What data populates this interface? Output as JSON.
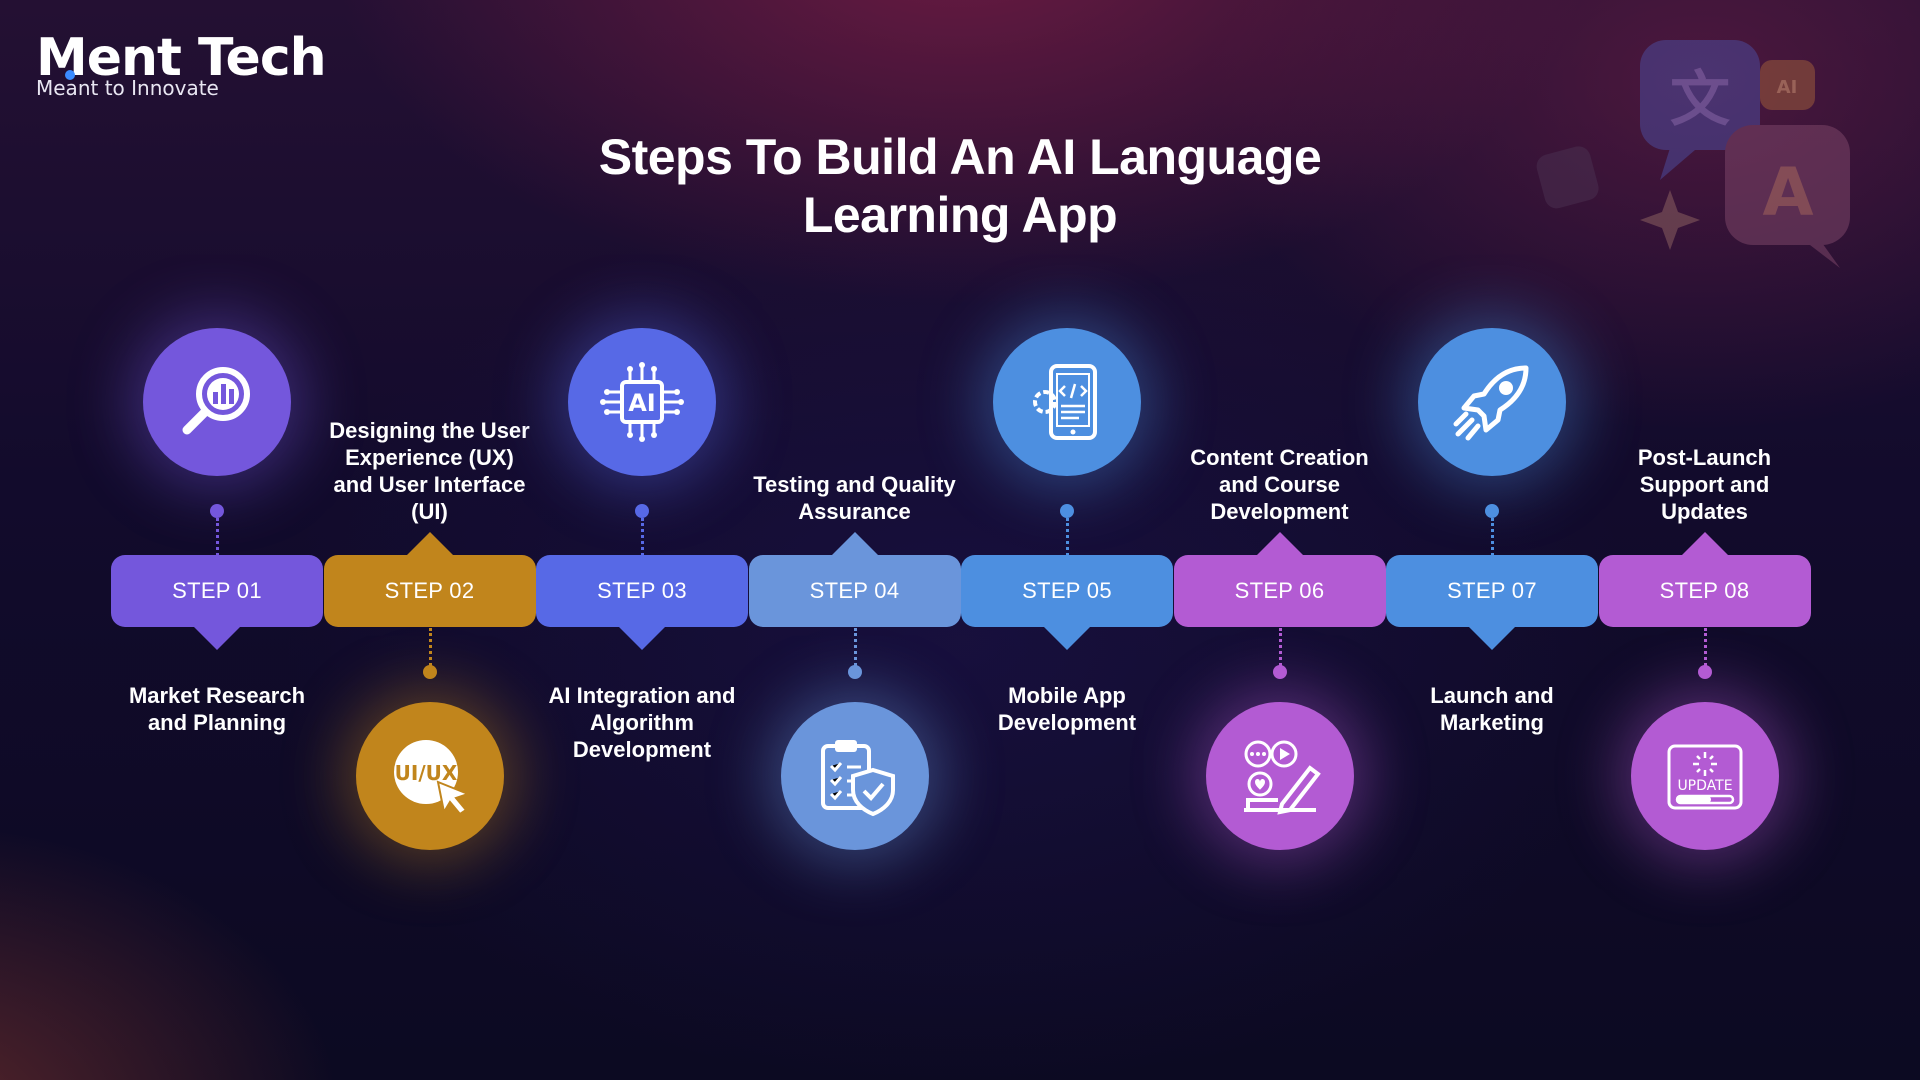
{
  "brand": {
    "name": "Ment Tech",
    "tagline": "Meant to Innovate",
    "dot_color": "#3b8bff"
  },
  "title": {
    "line1": "Steps To Build An AI Language",
    "line2": "Learning App"
  },
  "steps": [
    {
      "step": "STEP 01",
      "label": "Market Research and Planning",
      "color": "#7457dc",
      "icon": "magnifier-chart-icon",
      "circle_position": "top"
    },
    {
      "step": "STEP 02",
      "label": "Designing the User Experience (UX) and User Interface (UI)",
      "color": "#c1851c",
      "icon": "ui-ux-cursor-icon",
      "icon_text": "UI/UX",
      "circle_position": "bottom"
    },
    {
      "step": "STEP 03",
      "label": "AI Integration and Algorithm Development",
      "color": "#5769e6",
      "icon": "ai-chip-icon",
      "icon_text": "AI",
      "circle_position": "top"
    },
    {
      "step": "STEP 04",
      "label": "Testing and Quality Assurance",
      "color": "#6a95db",
      "icon": "clipboard-shield-icon",
      "circle_position": "bottom"
    },
    {
      "step": "STEP 05",
      "label": "Mobile App Development",
      "color": "#4d8fe0",
      "icon": "mobile-code-icon",
      "circle_position": "top"
    },
    {
      "step": "STEP 06",
      "label": "Content Creation and Course Development",
      "color": "#b35bd3",
      "icon": "content-creation-icon",
      "circle_position": "bottom"
    },
    {
      "step": "STEP 07",
      "label": "Launch and Marketing",
      "color": "#4d8fe0",
      "icon": "rocket-icon",
      "circle_position": "top"
    },
    {
      "step": "STEP 08",
      "label": "Post-Launch Support and Updates",
      "color": "#b35bd3",
      "icon": "update-icon",
      "icon_text": "UPDATE",
      "circle_position": "bottom"
    }
  ],
  "decoration": {
    "icon": "translate-chat-icon",
    "glyph_a": "A",
    "glyph_b": "文",
    "badge": "AI"
  }
}
